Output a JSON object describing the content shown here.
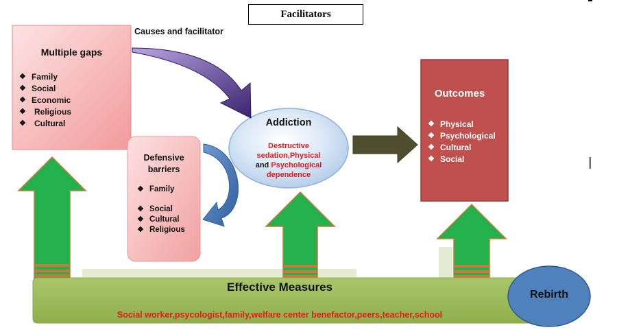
{
  "title": "Facilitators",
  "causes_label": "Causes and facilitator",
  "gaps": {
    "heading": "Multiple gaps",
    "items": [
      "Family",
      "Social",
      "Economic",
      "Religious",
      "Cultural"
    ]
  },
  "barriers": {
    "heading_line1": "Defensive",
    "heading_line2": "barriers",
    "items": [
      "Family",
      "Social",
      "Cultural",
      "Religious"
    ]
  },
  "addiction": {
    "heading": "Addiction",
    "line1": "Destructive",
    "line2": "sedation,Physical",
    "line3_and": "and",
    "line3_rest": " Psychological",
    "line4": "dependence"
  },
  "outcomes": {
    "heading": "Outcomes",
    "items": [
      "Physical",
      "Psychological",
      "Cultural",
      "Social"
    ]
  },
  "measures": {
    "heading": "Effective Measures",
    "actors": "Social worker,psycologist,family,welfare center benefactor,peers,teacher,school"
  },
  "rebirth": "Rebirth",
  "colors": {
    "gaps_fill": "#f7b3b3",
    "outcomes_fill": "#c0504d",
    "addiction_fill": "#c5d9f1",
    "measures_fill": "#9bbb59",
    "up_arrow": "#22b14c",
    "rebirth_fill": "#4f81bd",
    "curved_arrow": "#5b3c8c",
    "right_arrow": "#4f4f2f"
  }
}
